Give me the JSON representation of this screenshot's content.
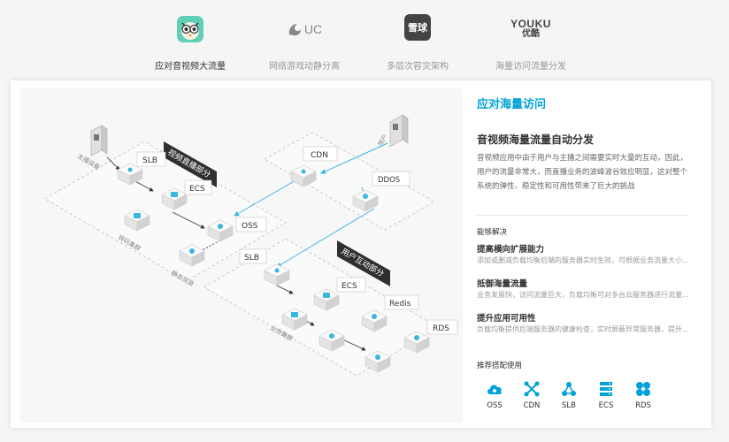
{
  "tabs": [
    {
      "label": "应对音视频大流量",
      "logo": "owl-app-logo",
      "active": true
    },
    {
      "label": "网络游戏动静分离",
      "logo": "uc-logo",
      "logo_text": "UC"
    },
    {
      "label": "多层次容灾架构",
      "logo": "xueqiu-logo",
      "logo_text": "雪球"
    },
    {
      "label": "海量访问流量分发",
      "logo": "youku-logo",
      "logo_text": "YOUKU",
      "logo_sub": "优酷"
    }
  ],
  "diagram": {
    "section_video": "视频直播部分",
    "section_user": "用户互动部分",
    "anchor": "主播设备",
    "user": "用户",
    "transcode": "转码集群",
    "static_res": "静态资源",
    "business": "业务集群",
    "nodes": {
      "slb1": "SLB",
      "ecs1": "ECS",
      "oss": "OSS",
      "cdn": "CDN",
      "ddos": "DDOS",
      "slb2": "SLB",
      "ecs2": "ECS",
      "redis": "Redis",
      "rds": "RDS"
    }
  },
  "side": {
    "title": "应对海量访问",
    "subtitle": "音视频海量流量自动分发",
    "description": "音视频应用中由于用户与主播之间需要实时大量的互动，因此，用户的流量非常大，而直播业务的波峰波谷效应明显，这对整个系统的弹性、稳定性和可用性带来了巨大的挑战",
    "solve_label": "能够解决",
    "capabilities": [
      {
        "title": "提高横向扩展能力",
        "desc": "添加或删减负载均衡后端的服务器实时生效，可根据业务流量大小..."
      },
      {
        "title": "抵御海量流量",
        "desc": "业务发展快，访问流量巨大，负载均衡可对多台云服务器进行流量..."
      },
      {
        "title": "提升应用可用性",
        "desc": "负载均衡提供后端服务器的健康检查，实时屏蔽异常服务器，提升..."
      }
    ],
    "recommend_label": "推荐搭配使用",
    "products": [
      {
        "label": "OSS",
        "icon": "oss-cloud-icon"
      },
      {
        "label": "CDN",
        "icon": "cdn-network-icon"
      },
      {
        "label": "SLB",
        "icon": "slb-nodes-icon"
      },
      {
        "label": "ECS",
        "icon": "ecs-server-icon"
      },
      {
        "label": "RDS",
        "icon": "rds-database-icon"
      }
    ],
    "accent": "#00a1d6"
  }
}
